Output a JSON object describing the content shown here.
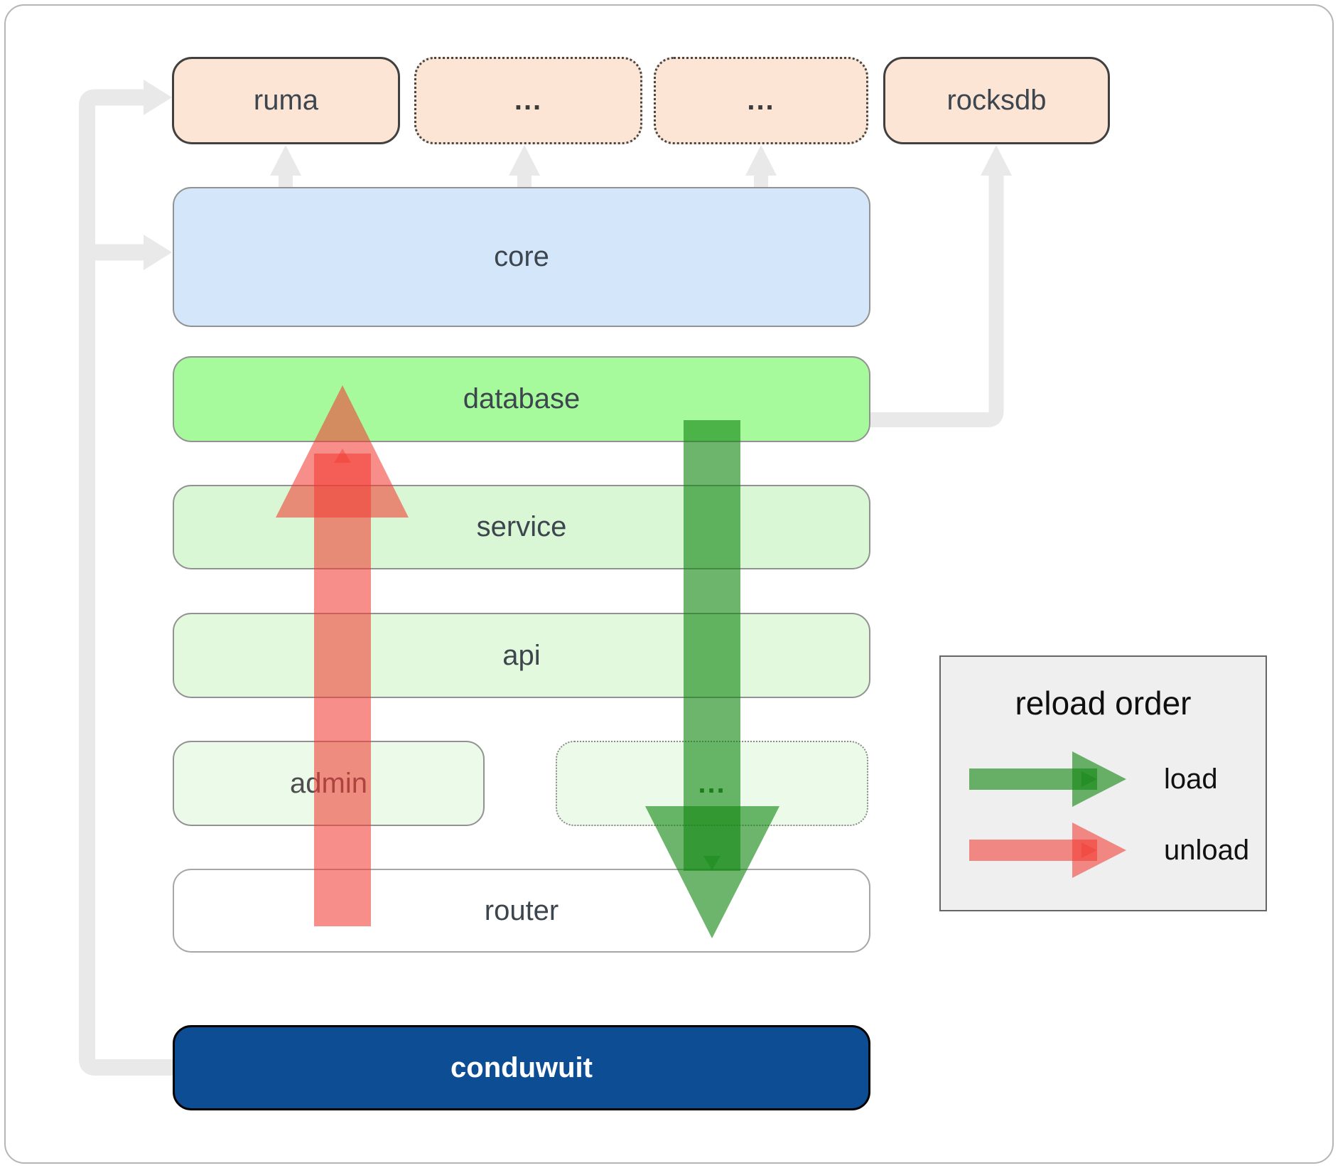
{
  "diagram": {
    "top_row": [
      {
        "id": "ruma",
        "label": "ruma",
        "style": "solid"
      },
      {
        "id": "ellipsis-1",
        "label": "...",
        "style": "dotted"
      },
      {
        "id": "ellipsis-2",
        "label": "...",
        "style": "dotted"
      },
      {
        "id": "rocksdb",
        "label": "rocksdb",
        "style": "solid"
      }
    ],
    "layers": [
      {
        "id": "core",
        "label": "core"
      },
      {
        "id": "database",
        "label": "database"
      },
      {
        "id": "service",
        "label": "service"
      },
      {
        "id": "api",
        "label": "api"
      }
    ],
    "admin_row": [
      {
        "id": "admin",
        "label": "admin",
        "style": "solid"
      },
      {
        "id": "admin-ellipsis",
        "label": "...",
        "style": "dotted"
      }
    ],
    "router": {
      "label": "router"
    },
    "app": {
      "label": "conduwuit"
    }
  },
  "legend": {
    "title": "reload order",
    "items": [
      {
        "id": "load",
        "label": "load",
        "color": "#148714"
      },
      {
        "id": "unload",
        "label": "unload",
        "color": "#f23c34"
      }
    ]
  },
  "colors": {
    "box_peach": "#fce5d4",
    "box_blue": "#d4e6f9",
    "box_green_bright": "#a6fa9b",
    "box_green_light": "#d9f7d4",
    "box_green_lighter": "#e3f9de",
    "box_green_faint": "#ecfbe9",
    "app_blue": "#0d4d94",
    "connector_gray": "#e9e9e9",
    "load_arrow_green": "#148714",
    "unload_arrow_red": "#f23c34",
    "legend_bg": "#efefef"
  }
}
